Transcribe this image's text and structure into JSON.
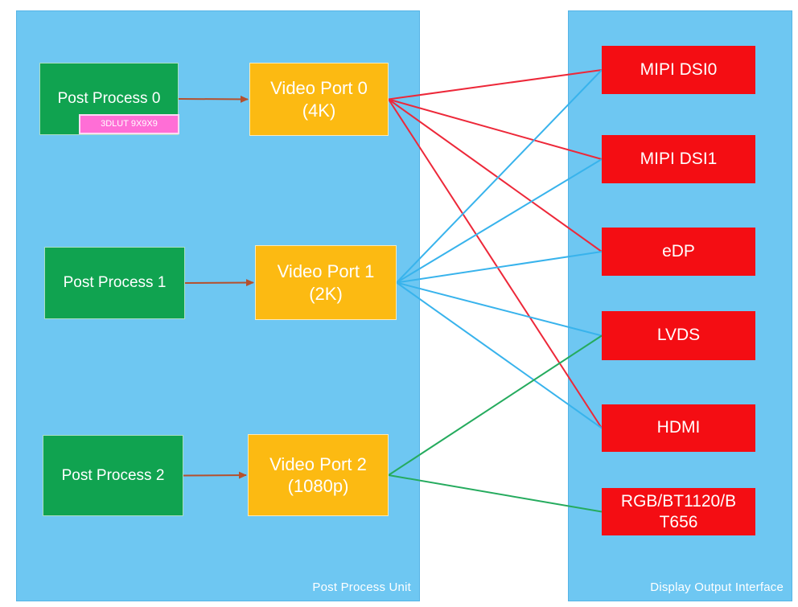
{
  "panels": {
    "left": {
      "label": "Post Process Unit"
    },
    "right": {
      "label": "Display Output Interface"
    }
  },
  "nodes": {
    "pp0": {
      "label": "Post Process 0"
    },
    "lut": {
      "label": "3DLUT 9X9X9"
    },
    "pp1": {
      "label": "Post Process 1"
    },
    "pp2": {
      "label": "Post Process 2"
    },
    "vp0": {
      "label": "Video Port 0",
      "sub": "(4K)"
    },
    "vp1": {
      "label": "Video Port 1",
      "sub": "(2K)"
    },
    "vp2": {
      "label": "Video Port 2",
      "sub": "(1080p)"
    },
    "dsi0": {
      "label": "MIPI DSI0"
    },
    "dsi1": {
      "label": "MIPI DSI1"
    },
    "edp": {
      "label": "eDP"
    },
    "lvds": {
      "label": "LVDS"
    },
    "hdmi": {
      "label": "HDMI"
    },
    "rgb": {
      "label_line1": "RGB/BT1120/B",
      "label_line2": "T656"
    }
  },
  "arrows": [
    {
      "from": "pp0",
      "to": "vp0"
    },
    {
      "from": "pp1",
      "to": "vp1"
    },
    {
      "from": "pp2",
      "to": "vp2"
    }
  ],
  "connections": [
    {
      "from": "vp0",
      "to": "dsi0",
      "color": "red"
    },
    {
      "from": "vp0",
      "to": "dsi1",
      "color": "red"
    },
    {
      "from": "vp0",
      "to": "edp",
      "color": "red"
    },
    {
      "from": "vp0",
      "to": "hdmi",
      "color": "red"
    },
    {
      "from": "vp1",
      "to": "dsi0",
      "color": "blue"
    },
    {
      "from": "vp1",
      "to": "dsi1",
      "color": "blue"
    },
    {
      "from": "vp1",
      "to": "edp",
      "color": "blue"
    },
    {
      "from": "vp1",
      "to": "lvds",
      "color": "blue"
    },
    {
      "from": "vp1",
      "to": "hdmi",
      "color": "blue"
    },
    {
      "from": "vp2",
      "to": "lvds",
      "color": "green"
    },
    {
      "from": "vp2",
      "to": "rgb",
      "color": "green"
    }
  ],
  "palette": {
    "panel_blue": "#6ec7f2",
    "green_box": "#10a350",
    "orange_box": "#fcba12",
    "red_box": "#f40d13",
    "pink_box": "#ff6ed6",
    "arrow": "#b5502d",
    "line_red": "#ed2839",
    "line_blue": "#38b3ec",
    "line_green": "#25ab5e"
  }
}
